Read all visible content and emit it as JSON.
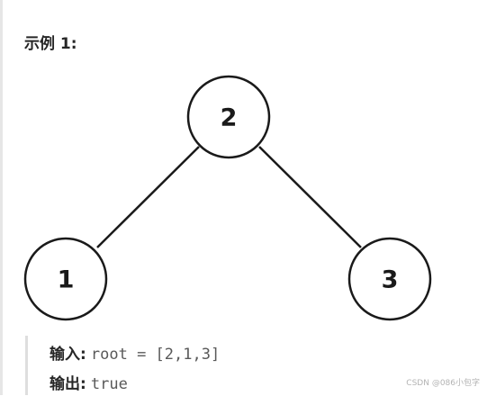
{
  "example": {
    "title": "示例 1:"
  },
  "tree": {
    "nodes": [
      {
        "id": "root",
        "label": "2"
      },
      {
        "id": "left",
        "label": "1"
      },
      {
        "id": "right",
        "label": "3"
      }
    ],
    "edges": [
      {
        "from": "2",
        "to": "1"
      },
      {
        "from": "2",
        "to": "3"
      }
    ]
  },
  "io": {
    "input_label": "输入:",
    "input_value": "root = [2,1,3]",
    "output_label": "输出:",
    "output_value": "true"
  },
  "watermark": "CSDN @086小包字"
}
